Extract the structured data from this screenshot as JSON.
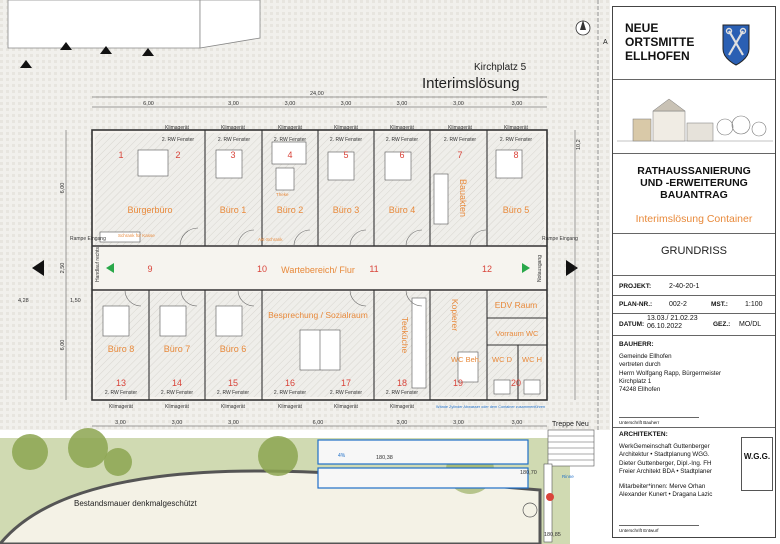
{
  "plan": {
    "address": "Kirchplatz 5",
    "heading": "Interimslösung",
    "overall_width_dim": "24,00",
    "top_dims": [
      "6,00",
      "3,00",
      "3,00",
      "3,00",
      "3,00",
      "3,00",
      "3,00"
    ],
    "bottom_dims": [
      "3,00",
      "3,00",
      "3,00",
      "6,00",
      "3,00",
      "3,00",
      "3,00"
    ],
    "left_dims": [
      "6,00",
      "2,50",
      "6,00"
    ],
    "right_dims": [
      "10,2"
    ],
    "side_dims": [
      "4,28",
      "1,50"
    ],
    "upper_rooms": [
      {
        "number": "1",
        "label": ""
      },
      {
        "number": "2",
        "label": "Bürgerbüro"
      },
      {
        "number": "3",
        "label": "Büro 1"
      },
      {
        "number": "4",
        "label": "Büro 2"
      },
      {
        "number": "5",
        "label": "Büro 3"
      },
      {
        "number": "6",
        "label": "Büro 4"
      },
      {
        "number": "7",
        "label": "Bauakten"
      },
      {
        "number": "8",
        "label": "Büro 5"
      }
    ],
    "corridor": {
      "numbers": [
        "9",
        "10",
        "11",
        "12"
      ],
      "label": "Wartebereich/ Flur"
    },
    "lower_rooms": [
      {
        "number": "13",
        "label": "Büro 8"
      },
      {
        "number": "14",
        "label": "Büro 7"
      },
      {
        "number": "15",
        "label": "Büro 6"
      },
      {
        "number": "16",
        "label": "Besprechung / Sozialraum"
      },
      {
        "number": "17",
        "label": ""
      },
      {
        "number": "18",
        "label": "Teeküche"
      },
      {
        "number": "19",
        "label": "Kopierer"
      },
      {
        "number": "20",
        "label": "EDV Raum"
      }
    ],
    "wc_labels": [
      "Vorraum WC",
      "WC Beh.",
      "WC D",
      "WC H"
    ],
    "window_label": "2. RW Fenster",
    "climate_label": "Klimagerät",
    "notes": {
      "counter": "Schrank für Kasse",
      "safe": "Theke",
      "cabinet": "Akt-Schrank",
      "ramp_left": "Rampe Eingang",
      "ramp_right": "Rampe Eingang",
      "handrail_left": "Handlauf rechts",
      "handrail_right": "Notausgang",
      "partition": "Wände Zylinder Abwasser oder dem Container zusammenführen",
      "stairs": "Treppe Neu",
      "wall": "Bestandsmauer denkmalgeschützt",
      "slope": "4%",
      "level_a": "180,38",
      "level_b": "180,70",
      "level_c": "180,85",
      "gutter": "Rinne"
    },
    "north_mark": "A"
  },
  "title_block": {
    "headline": [
      "NEUE",
      "ORTSMITTE",
      "ELLHOFEN"
    ],
    "project": [
      "RATHAUSSANIERUNG",
      "UND -ERWEITERUNG",
      "BAUANTRAG"
    ],
    "project_sub": "Interimslösung Container",
    "sheet": "GRUNDRISS",
    "fields": [
      {
        "label": "PROJEKT:",
        "value": "2-40-20-1"
      },
      {
        "label": "PLAN-NR.:",
        "value": "002-2"
      },
      {
        "label": "MST.:",
        "value": "1:100"
      },
      {
        "label": "DATUM:",
        "value": "13.03./ 21.02.23 06.10.2022"
      },
      {
        "label": "GEZ.:",
        "value": "MO/DL"
      }
    ],
    "owner_heading": "BAUHERR:",
    "owner_lines": [
      "Gemeinde Ellhofen",
      "vertreten durch",
      "Herrn Wolfgang Rapp, Bürgermeister",
      "Kirchplatz 1",
      "74248 Ellhofen"
    ],
    "owner_sign": "Unterschrift Bauherr",
    "architect_heading": "ARCHITEKTEN:",
    "architect_lines": [
      "WerkGemeinschaft Guttenberger",
      "Architektur • Stadtplanung WGG.",
      "Dieter Guttenberger, Dipl.-Ing. FH",
      "Freier Architekt BDA • Stadtplaner"
    ],
    "staff_lines": [
      "Mitarbeiter*innen:  Merve Orhan",
      "Alexander Kunert • Dragana Lazic"
    ],
    "architect_sign": "Unterschrift Entwurf",
    "stamp_text": "W.G.G.",
    "accent_orange": "#e8893a",
    "accent_red": "#d9443a",
    "green": "#9bb06a"
  }
}
